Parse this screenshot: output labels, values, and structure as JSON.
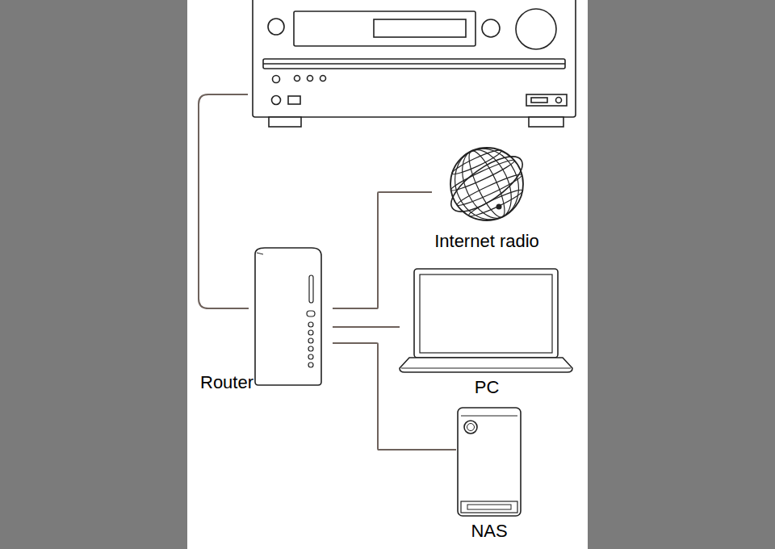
{
  "diagram": {
    "nodes": [
      {
        "text": [
          "Internet radio"
        ]
      },
      {
        "text": [
          "Router"
        ]
      },
      {
        "text": [
          "PC"
        ]
      },
      {
        "text": [
          "NAS"
        ]
      }
    ],
    "edges": [
      {
        "from": 1,
        "to": 0,
        "arrow": "none"
      },
      {
        "from": 1,
        "to": 2,
        "arrow": "none"
      },
      {
        "from": 1,
        "to": 3,
        "arrow": "none"
      }
    ]
  }
}
